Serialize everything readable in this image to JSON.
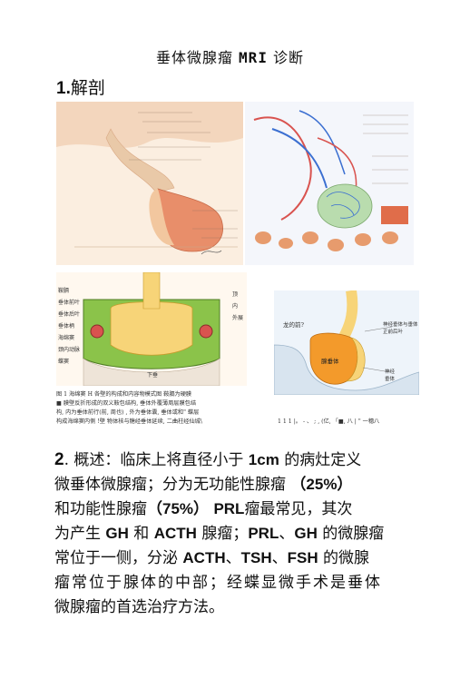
{
  "title": {
    "prefix": "垂体微腺瘤 ",
    "mri": "MRI",
    "suffix": " 诊断"
  },
  "section1": {
    "num": "1.",
    "label": "解剖"
  },
  "figures": {
    "fig_lower_left_labels": [
      "鞍膈",
      "垂体前叶",
      "垂体后叶",
      "垂体柄",
      "海绵窦",
      "颈内动脉",
      "蝶窦",
      "下垂",
      "内",
      "顶",
      "外展"
    ],
    "fig_lower_right_label": "龙的前?",
    "fig_lower_right_inner": [
      "腺垂体",
      "神经垂体与垂体\n正前后叶",
      "神经\n垂体"
    ],
    "caption_left": [
      "图 1  海绵窦 H 各壁的构成和内容物模式图  鞍膈为硬膜",
      "■  膜壁反折形成的双义鞍包结构, 垂体外覆薄周层膜包结",
      "构, 内为垂体前行(前, 周也) , 外为垂体囊, 垂体或和\" 蝶层",
      "构成海绵窦内侧 !壁  物体核与糖经垂体延续, 二曲柱经仙城\\"
    ],
    "caption_right": "1 1 1 |。 - 、 ; , (亿,   「■,   八 |   \"   一穗八"
  },
  "section2": {
    "num": "2",
    "line1": ". 概述：临床上将直径小于 ",
    "size": "1cm",
    "line1b": " 的病灶定义",
    "line2a": "微垂体微腺瘤；分为无功能性腺瘤 ",
    "pct1": "（25%）",
    "line3a": "和功能性腺瘤",
    "pct2": "（75%）",
    "prl": "PRL",
    "line3b": "瘤最常见，其次",
    "line4a": "为产生 ",
    "gh": "GH",
    "and": " 和 ",
    "acth": "ACTH",
    "line4b": " 腺瘤；",
    "prl2": "PRL",
    "sep": "、",
    "gh2": "GH",
    "line4c": " 的微腺瘤",
    "line5a": "常位于一侧，分泌 ",
    "acth2": "ACTH",
    "tsh": "TSH",
    "fsh": "FSH",
    "line5b": " 的微腺",
    "line6": "瘤常位于腺体的中部；经蝶显微手术是垂体",
    "line7": "微腺瘤的首选治疗方法。"
  }
}
